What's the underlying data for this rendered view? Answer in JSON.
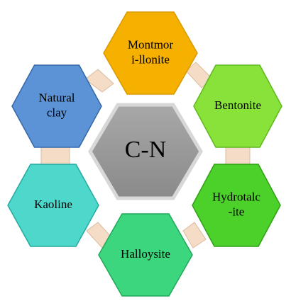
{
  "diagram": {
    "center": {
      "label": "C-N",
      "fill": "#9b9b9b",
      "stroke": "#d8d8d8"
    },
    "nodes": [
      {
        "id": "montmorillonite",
        "lines": [
          "Montmor",
          "i-llonite"
        ],
        "fill": "#f5b000",
        "stroke": "#d99a00"
      },
      {
        "id": "bentonite",
        "lines": [
          "Bentonite"
        ],
        "fill": "#88e23a",
        "stroke": "#5fb81e"
      },
      {
        "id": "hydrotalcite",
        "lines": [
          "Hydrotalc",
          "-ite"
        ],
        "fill": "#4cd02a",
        "stroke": "#2fa014"
      },
      {
        "id": "halloysite",
        "lines": [
          "Halloysite"
        ],
        "fill": "#3bd67e",
        "stroke": "#22a85a"
      },
      {
        "id": "kaoline",
        "lines": [
          "Kaoline"
        ],
        "fill": "#4ed8cc",
        "stroke": "#25aaa0"
      },
      {
        "id": "natural-clay",
        "lines": [
          "Natural",
          "clay"
        ],
        "fill": "#5b93d6",
        "stroke": "#3568a8"
      }
    ],
    "connector_fill": "#f4dcc6",
    "connector_stroke": "#d9bca0"
  }
}
